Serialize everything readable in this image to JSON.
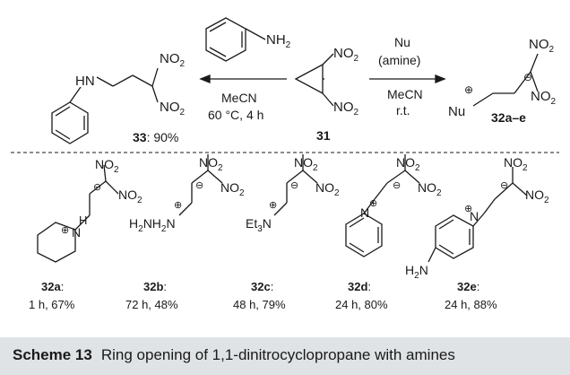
{
  "top": {
    "aniline_nh2": "NH",
    "aniline_nh2_sub": "2",
    "no2_prefix": "NO",
    "no2_sub": "2",
    "product33_hn": "HN",
    "label31": "31",
    "label33": "33",
    "yield33": ": 90%",
    "left_cond1": "MeCN",
    "left_cond2": "60 °C, 4 h",
    "right_above1": "Nu",
    "right_above2": "(amine)",
    "right_below1": "MeCN",
    "right_below2": "r.t.",
    "nu": "Nu",
    "label32": "32a–e"
  },
  "bottom": {
    "et3n_prefix": "Et",
    "et3n_sub": "3",
    "et3n_suffix": "N",
    "h2nh2n": "H",
    "h2nh2n_sub": "2",
    "h2nh2n_mid": "NH",
    "h2nh2n_sub2": "2",
    "h2nh2n_end": "N",
    "h2n_prefix": "H",
    "h2n_sub": "2",
    "h2n_suffix": "N",
    "n_label": "N",
    "h_label": "H",
    "a_label": "32a",
    "a_cond": "1 h, 67%",
    "b_label": "32b",
    "b_cond": "72 h, 48%",
    "c_label": "32c",
    "c_cond": "48 h, 79%",
    "d_label": "32d",
    "d_cond": "24 h, 80%",
    "e_label": "32e",
    "e_cond": "24 h, 88%",
    "colon": ":",
    "plus": "⊕",
    "minus": "⊖"
  },
  "caption": {
    "label": "Scheme 13",
    "text": "Ring opening of 1,1-dinitrocyclopropane with amines"
  }
}
